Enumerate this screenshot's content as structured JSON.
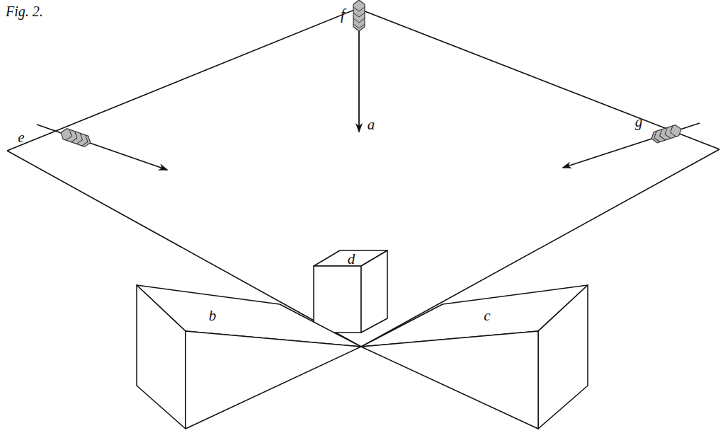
{
  "diagram": {
    "labels": [
      "Fig. 2.",
      "f",
      "e",
      "g",
      "a",
      "d",
      "b",
      "c"
    ]
  }
}
